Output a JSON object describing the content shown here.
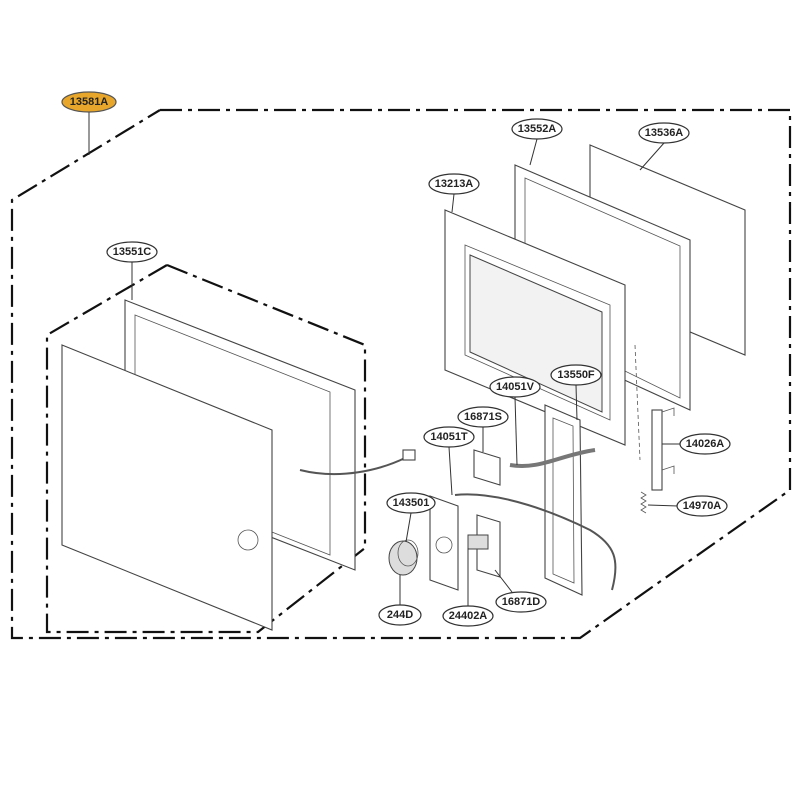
{
  "diagram": {
    "title_part": "13581A",
    "highlight_color": "#E8A72A",
    "labels": {
      "assembly": "13581A",
      "frame_rear": "13552A",
      "glass": "13536A",
      "frame_inner": "13213A",
      "door_frame": "13551C",
      "harness_v": "14051V",
      "choke": "13550F",
      "pcb_s": "16871S",
      "harness_t": "14051T",
      "hook": "14026A",
      "panel": "143501",
      "spring": "14970A",
      "knob": "244D",
      "encoder": "24402A",
      "pcb_d": "16871D"
    }
  }
}
